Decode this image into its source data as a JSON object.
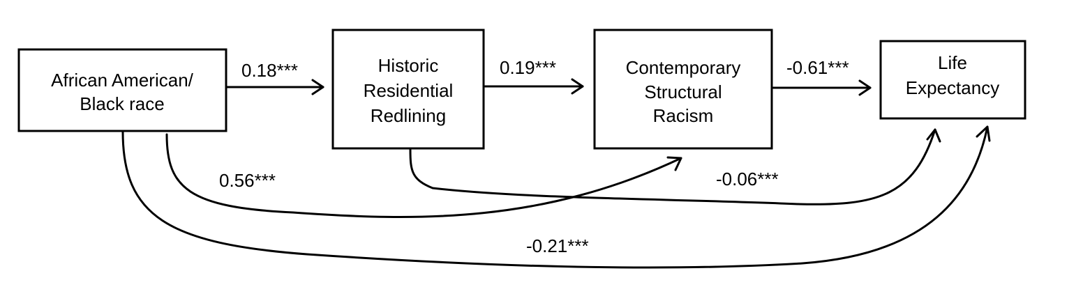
{
  "nodes": {
    "race": {
      "lines": [
        "African American/",
        "Black race"
      ]
    },
    "redlining": {
      "lines": [
        "Historic",
        "Residential",
        "Redlining"
      ]
    },
    "racism": {
      "lines": [
        "Contemporary",
        "Structural",
        "Racism"
      ]
    },
    "life": {
      "lines": [
        "Life",
        "Expectancy"
      ]
    }
  },
  "edges": {
    "race_to_redlining": "0.18***",
    "redlining_to_racism": "0.19***",
    "racism_to_life": "-0.61***",
    "race_to_racism": "0.56***",
    "redlining_to_life": "-0.06***",
    "race_to_life": "-0.21***"
  }
}
